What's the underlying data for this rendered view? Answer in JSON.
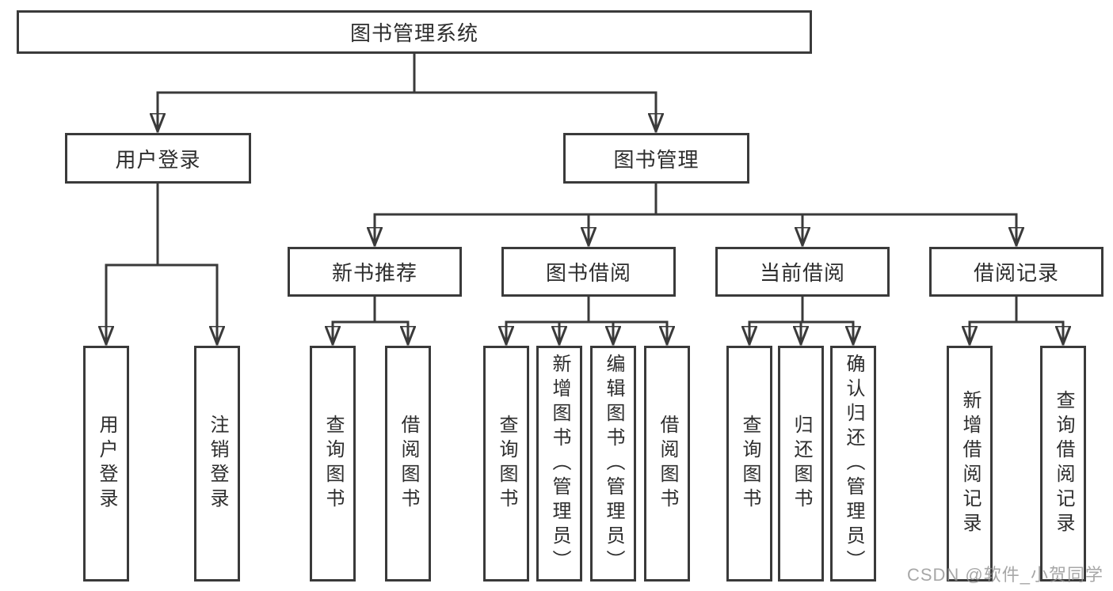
{
  "diagram_type": "hierarchy-tree",
  "colors": {
    "background": "#ffffff",
    "box_border": "#3a3a3a",
    "connector_line": "#3a3a3a",
    "text": "#2d2d2d",
    "watermark": "#949494"
  },
  "tree": {
    "label": "图书管理系统",
    "children": [
      {
        "label": "用户登录",
        "children": [
          {
            "label": "用户登录"
          },
          {
            "label": "注销登录"
          }
        ]
      },
      {
        "label": "图书管理",
        "children": [
          {
            "label": "新书推荐",
            "children": [
              {
                "label": "查询图书"
              },
              {
                "label": "借阅图书"
              }
            ]
          },
          {
            "label": "图书借阅",
            "children": [
              {
                "label": "查询图书"
              },
              {
                "label": "新增图书（管理员）"
              },
              {
                "label": "编辑图书（管理员）"
              },
              {
                "label": "借阅图书"
              }
            ]
          },
          {
            "label": "当前借阅",
            "children": [
              {
                "label": "查询图书"
              },
              {
                "label": "归还图书"
              },
              {
                "label": "确认归还（管理员）"
              }
            ]
          },
          {
            "label": "借阅记录",
            "children": [
              {
                "label": "新增借阅记录"
              },
              {
                "label": "查询借阅记录"
              }
            ]
          }
        ]
      }
    ]
  },
  "watermark": "CSDN @软件_小贺同学"
}
